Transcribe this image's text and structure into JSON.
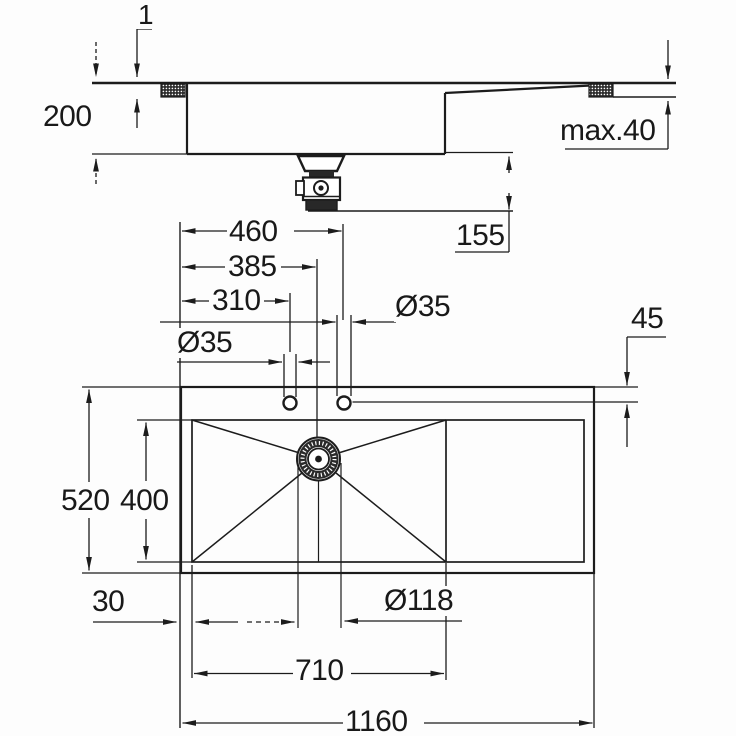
{
  "drawing": {
    "type": "sink installation dimension drawing",
    "units": "mm",
    "side_view": {
      "rim_height_above_counter": "1",
      "bowl_depth": "200",
      "counter_thickness_max": "max.40",
      "drain_trap_clearance": "155"
    },
    "plan_view": {
      "tap_hole_right_offset": "460",
      "drain_center_offset": "385",
      "tap_hole_left_offset": "310",
      "tap_hole_diameter_right": "Ø35",
      "tap_hole_diameter_left": "Ø35",
      "tap_hole_setback_from_rear": "45",
      "overall_depth": "520",
      "bowl_inner_depth": "400",
      "edge_to_bowl_margin": "30",
      "drain_diameter": "Ø118",
      "bowl_width": "710",
      "overall_width": "1160"
    }
  },
  "labels": {
    "rim_height": "1",
    "depth_200": "200",
    "counter_max": "max.40",
    "trap_155": "155",
    "off_460": "460",
    "off_385": "385",
    "off_310": "310",
    "dia35_right": "Ø35",
    "dia35_left": "Ø35",
    "setback_45": "45",
    "depth_520": "520",
    "depth_400": "400",
    "margin_30": "30",
    "drain_118": "Ø118",
    "bowl_710": "710",
    "overall_1160": "1160"
  },
  "colors": {
    "line": "#1c1c1c",
    "background": "#fdfdfd"
  }
}
